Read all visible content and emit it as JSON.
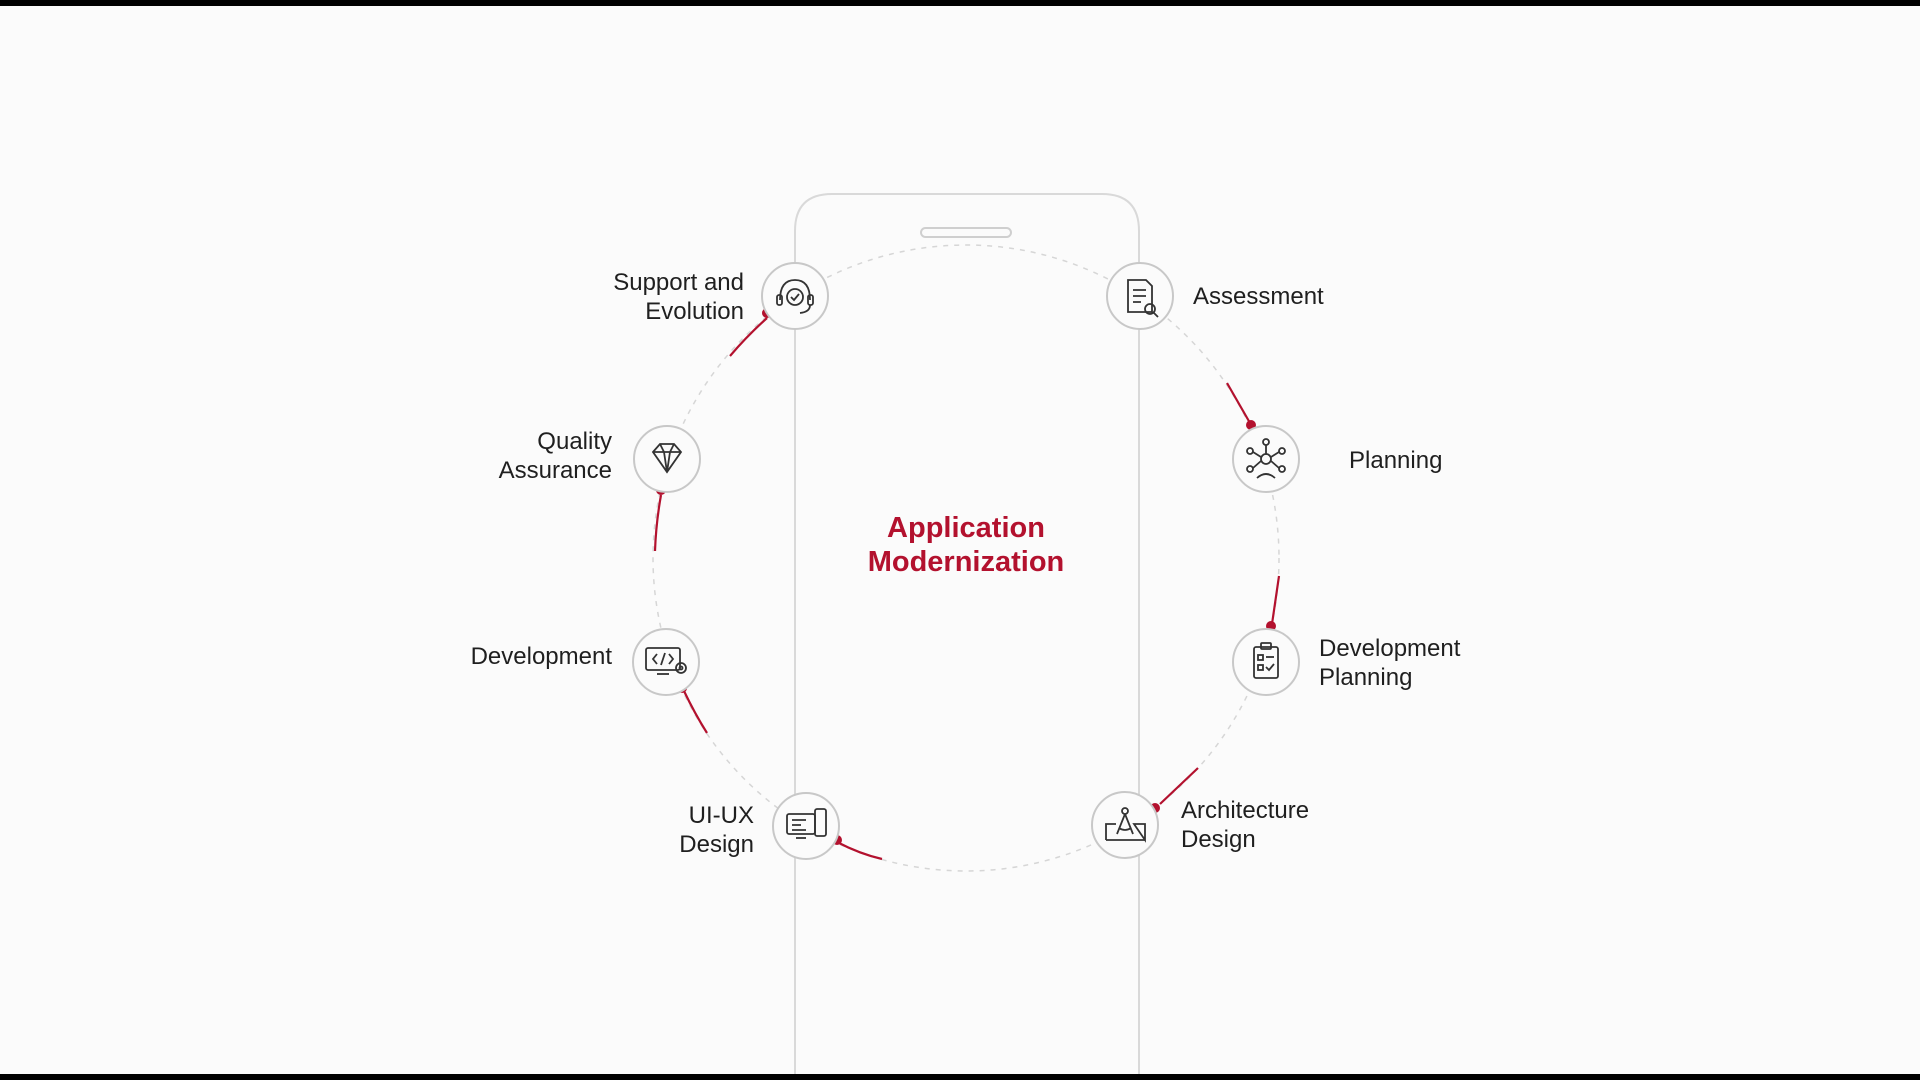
{
  "center": {
    "line1": "Application",
    "line2": "Modernization"
  },
  "steps": [
    {
      "lines": [
        "Assessment"
      ],
      "icon": "document-search-icon"
    },
    {
      "lines": [
        "Planning"
      ],
      "icon": "network-hub-icon"
    },
    {
      "lines": [
        "Development",
        "Planning"
      ],
      "icon": "clipboard-checklist-icon"
    },
    {
      "lines": [
        "Architecture",
        "Design"
      ],
      "icon": "drafting-compass-icon"
    },
    {
      "lines": [
        "UI-UX",
        "Design"
      ],
      "icon": "devices-icon"
    },
    {
      "lines": [
        "Development"
      ],
      "icon": "code-monitor-icon"
    },
    {
      "lines": [
        "Quality",
        "Assurance"
      ],
      "icon": "diamond-icon"
    },
    {
      "lines": [
        "Support and",
        "Evolution"
      ],
      "icon": "headset-support-icon"
    }
  ],
  "colors": {
    "accent": "#b3112e",
    "ring": "#d6d6d6",
    "text": "#1f1f1f",
    "background": "#fbfbfb"
  }
}
